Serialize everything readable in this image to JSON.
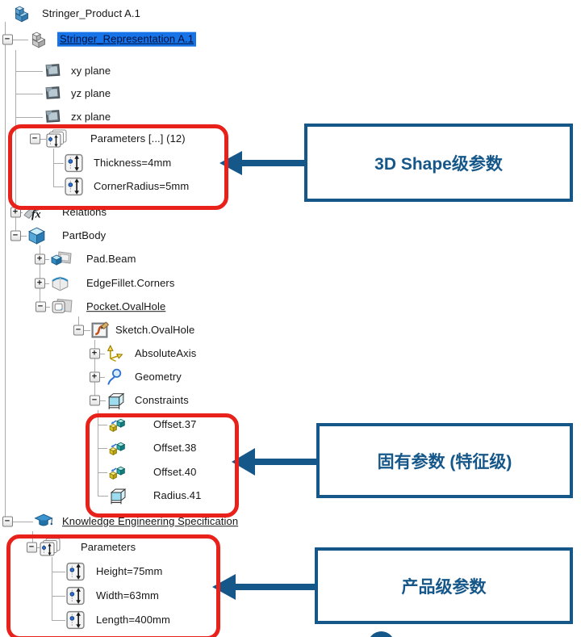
{
  "window": {
    "title": "CATIA feature tree with parameter annotations"
  },
  "tree": {
    "rows": [
      {
        "label": "Stringer_Product A.1",
        "icon": "product-icon",
        "expander": null,
        "selected": false,
        "underline": false
      },
      {
        "label": "Stringer_Representation A.1",
        "icon": "representation-icon",
        "expander": "minus",
        "selected": true,
        "underline": true
      },
      {
        "label": "xy plane",
        "icon": "plane-icon",
        "expander": null,
        "selected": false,
        "underline": false
      },
      {
        "label": "yz plane",
        "icon": "plane-icon",
        "expander": null,
        "selected": false,
        "underline": false
      },
      {
        "label": "zx plane",
        "icon": "plane-icon",
        "expander": null,
        "selected": false,
        "underline": false
      },
      {
        "label": "Parameters [...] (12)",
        "icon": "parameters-set-icon",
        "expander": "minus",
        "selected": false,
        "underline": false
      },
      {
        "label": "Thickness=4mm",
        "icon": "parameter-icon",
        "expander": null,
        "selected": false,
        "underline": false
      },
      {
        "label": "CornerRadius=5mm",
        "icon": "parameter-icon",
        "expander": null,
        "selected": false,
        "underline": false
      },
      {
        "label": "Relations",
        "icon": "relations-icon",
        "expander": "plus",
        "selected": false,
        "underline": false
      },
      {
        "label": "PartBody",
        "icon": "partbody-icon",
        "expander": "minus",
        "selected": false,
        "underline": false
      },
      {
        "label": "Pad.Beam",
        "icon": "pad-icon",
        "expander": "plus",
        "selected": false,
        "underline": false
      },
      {
        "label": "EdgeFillet.Corners",
        "icon": "edgefillet-icon",
        "expander": "plus",
        "selected": false,
        "underline": false
      },
      {
        "label": "Pocket.OvalHole",
        "icon": "pocket-icon",
        "expander": "minus",
        "selected": false,
        "underline": true
      },
      {
        "label": "Sketch.OvalHole",
        "icon": "sketch-icon",
        "expander": "minus",
        "selected": false,
        "underline": false
      },
      {
        "label": "AbsoluteAxis",
        "icon": "absolute-axis-icon",
        "expander": "plus",
        "selected": false,
        "underline": false
      },
      {
        "label": "Geometry",
        "icon": "geometry-icon",
        "expander": "plus",
        "selected": false,
        "underline": false
      },
      {
        "label": "Constraints",
        "icon": "constraints-icon",
        "expander": "minus",
        "selected": false,
        "underline": false
      },
      {
        "label": "Offset.37",
        "icon": "offset-constraint-icon",
        "expander": null,
        "selected": false,
        "underline": false
      },
      {
        "label": "Offset.38",
        "icon": "offset-constraint-icon",
        "expander": null,
        "selected": false,
        "underline": false
      },
      {
        "label": "Offset.40",
        "icon": "offset-constraint-icon",
        "expander": null,
        "selected": false,
        "underline": false
      },
      {
        "label": "Radius.41",
        "icon": "radius-constraint-icon",
        "expander": null,
        "selected": false,
        "underline": false
      },
      {
        "label": "Knowledge Engineering Specification",
        "icon": "knowledge-icon",
        "expander": "minus",
        "selected": false,
        "underline": true
      },
      {
        "label": "Parameters",
        "icon": "parameters-set-icon",
        "expander": "minus",
        "selected": false,
        "underline": false
      },
      {
        "label": "Height=75mm",
        "icon": "parameter-icon",
        "expander": null,
        "selected": false,
        "underline": false
      },
      {
        "label": "Width=63mm",
        "icon": "parameter-icon",
        "expander": null,
        "selected": false,
        "underline": false
      },
      {
        "label": "Length=400mm",
        "icon": "parameter-icon",
        "expander": null,
        "selected": false,
        "underline": false
      }
    ]
  },
  "annotations": [
    {
      "label": "3D Shape级参数"
    },
    {
      "label": "固有参数 (特征级)"
    },
    {
      "label": "产品级参数"
    }
  ],
  "colors": {
    "annotation_blue": "#16578a",
    "highlight_red": "#e8221a",
    "selection_blue": "#1673e8"
  }
}
